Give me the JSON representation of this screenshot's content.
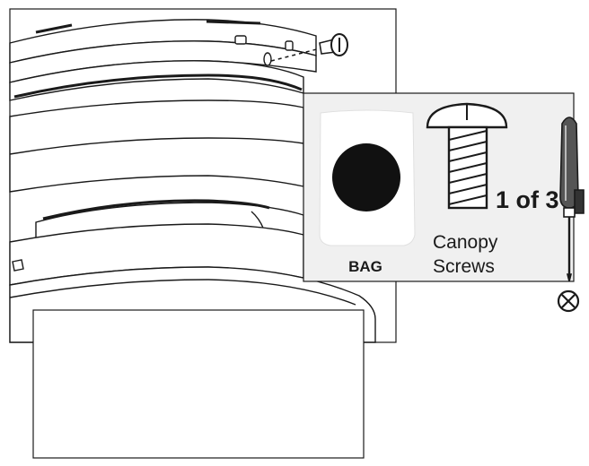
{
  "callout": {
    "bag_label": "BAG",
    "quantity_label": "1 of 3",
    "part_name_line1": "Canopy",
    "part_name_line2": "Screws"
  },
  "icons": {
    "bag": "bag-icon",
    "screw": "canopy-screw-icon",
    "screwdriver": "phillips-screwdriver-icon",
    "tip": "phillips-tip-icon"
  },
  "colors": {
    "line": "#1a1a1a",
    "callout_bg": "#f0f0f0",
    "bag_dot": "#111111"
  }
}
